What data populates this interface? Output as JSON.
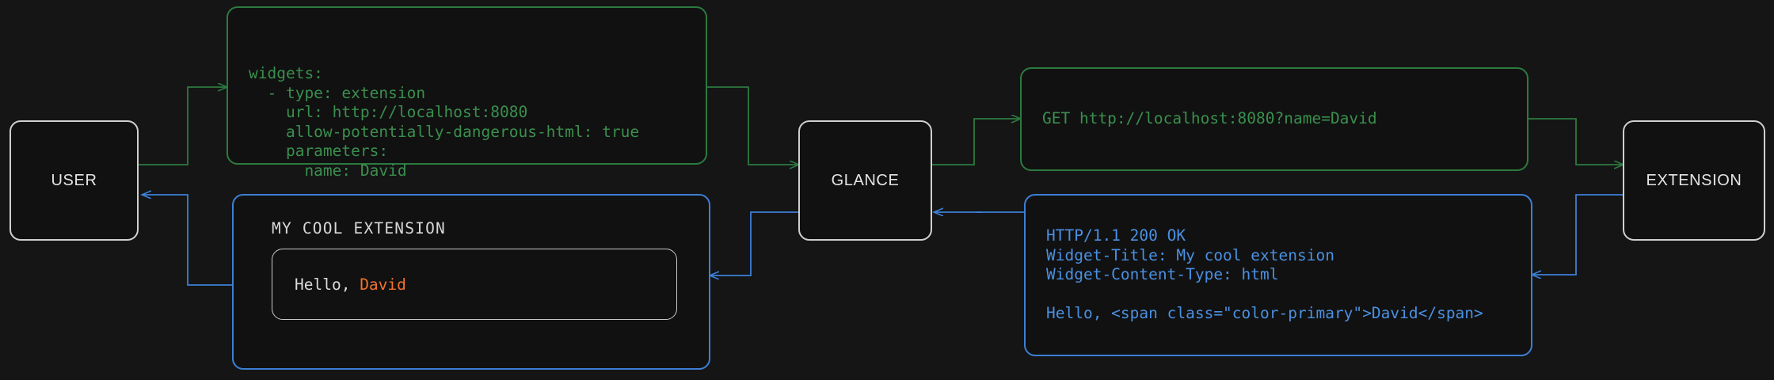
{
  "theme": {
    "background": "#151515",
    "node_border": "#d0d0d0",
    "node_text": "#e4e4e4",
    "request_green": "#3a8f4e",
    "response_blue": "#4a90e2",
    "accent_orange": "#f0722f",
    "box_fill": "#111111"
  },
  "nodes": {
    "user": "USER",
    "glance": "GLANCE",
    "extension": "EXTENSION"
  },
  "messages": {
    "config_yaml": "widgets:\n  - type: extension\n    url: http://localhost:8080\n    allow-potentially-dangerous-html: true\n    parameters:\n      name: David",
    "http_request": "GET http://localhost:8080?name=David",
    "http_response": "HTTP/1.1 200 OK\nWidget-Title: My cool extension\nWidget-Content-Type: html\n\nHello, <span class=\"color-primary\">David</span>"
  },
  "widget_preview": {
    "title": "MY COOL EXTENSION",
    "greeting_prefix": "Hello, ",
    "greeting_name": "David"
  }
}
